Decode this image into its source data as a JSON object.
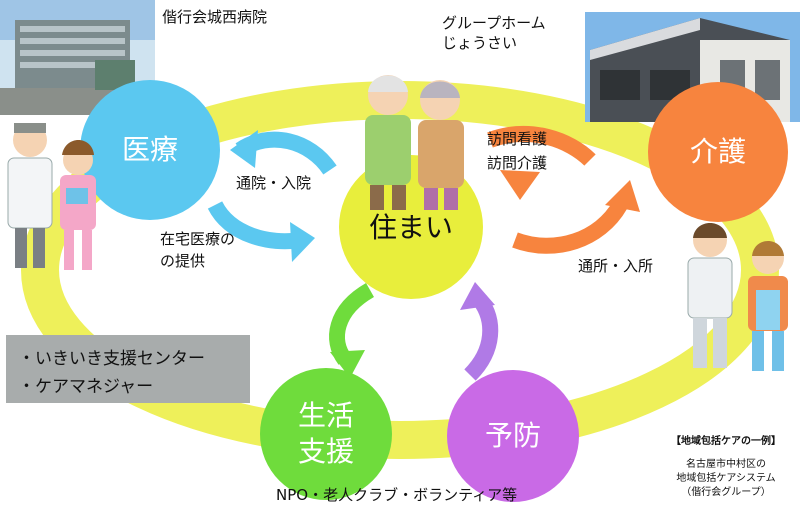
{
  "colors": {
    "ring": "#eef05a",
    "medical": "#5bc8f0",
    "care": "#f7843e",
    "housing": "#e8ee3c",
    "life_support": "#6fdc3c",
    "prevention": "#c96ae6",
    "arrow_blue": "#5bc8f0",
    "arrow_orange": "#f7843e",
    "arrow_green": "#6fdc3c",
    "arrow_purple": "#b07ae6",
    "info_box": "#a8acac"
  },
  "nodes": {
    "medical": "医療",
    "care": "介護",
    "housing": "住まい",
    "life_support_line1": "生活",
    "life_support_line2": "支援",
    "prevention": "予防"
  },
  "photos": {
    "hospital_caption": "偕行会城西病院",
    "group_home_line1": "グループホーム",
    "group_home_line2": "じょうさい"
  },
  "arrows": {
    "medical_top": "通院・入院",
    "medical_bottom_line1": "在宅医療の",
    "medical_bottom_line2": "の提供",
    "care_top_line1": "訪問看護",
    "care_top_line2": "訪問介護",
    "care_bottom": "通所・入所"
  },
  "info_box": {
    "item1": "・いきいき支援センター",
    "item2": "・ケアマネジャー"
  },
  "bottom_caption": "NPO・老人クラブ・ボランティア等",
  "note": {
    "heading": "【地域包括ケアの一例】",
    "line1": "名古屋市中村区の",
    "line2": "地域包括ケアシステム",
    "line3": "（偕行会グループ）"
  },
  "icons": [
    "hospital-photo",
    "group-home-photo",
    "doctor-nurse-illustration",
    "elderly-couple-illustration",
    "caregivers-illustration"
  ]
}
